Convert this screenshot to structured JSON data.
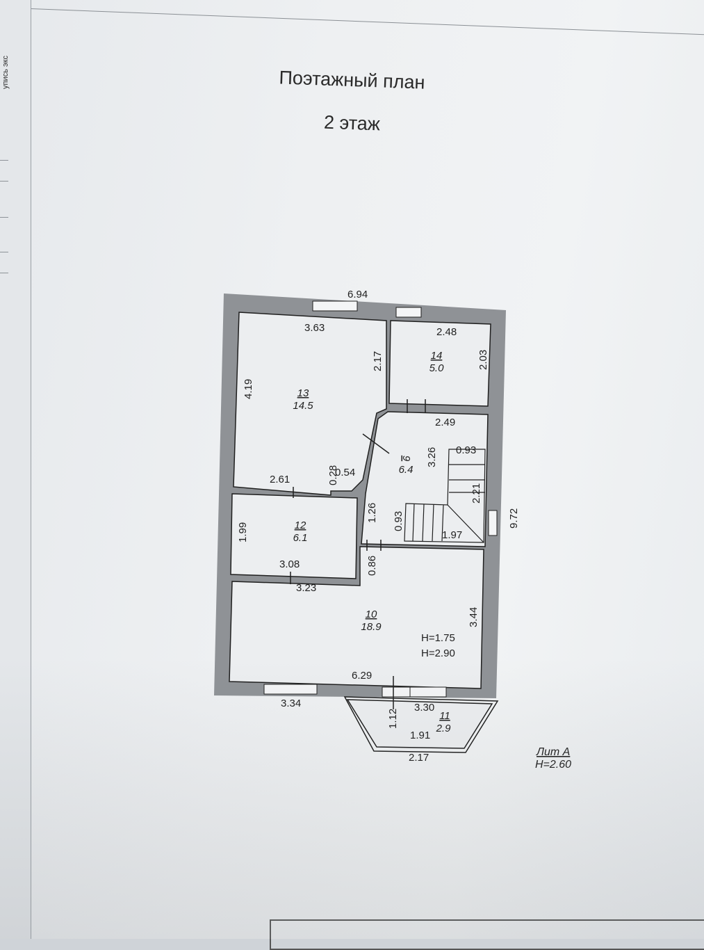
{
  "header": {
    "title_line1": "Поэтажный план",
    "title_line2": "2 этаж"
  },
  "binding_text": "упись экс",
  "plan": {
    "overall": {
      "top_width": "6.94",
      "right_length": "9.72"
    },
    "rooms": [
      {
        "id": "13",
        "area": "14.5"
      },
      {
        "id": "14",
        "area": "5.0"
      },
      {
        "id": "9",
        "area": "6.4"
      },
      {
        "id": "12",
        "area": "6.1"
      },
      {
        "id": "10",
        "area": "18.9"
      },
      {
        "id": "11",
        "area": "2.9"
      }
    ],
    "dimensions": [
      "3.63",
      "2.17",
      "4.19",
      "2.48",
      "2.03",
      "2.49",
      "3.26",
      "0.93",
      "0.28",
      "0.54",
      "2.61",
      "2.21",
      "1.26",
      "0.93",
      "1.97",
      "1.99",
      "3.08",
      "0.86",
      "3.23",
      "3.44",
      "6.29",
      "3.34",
      "1.12",
      "3.30",
      "1.91",
      "2.17"
    ],
    "heights": [
      "H=1.75",
      "H=2.90"
    ]
  },
  "stamp": {
    "liter": "Лит  А",
    "height": "H=2.60"
  },
  "colors": {
    "wall": "#8f9296",
    "line": "#1f1f1f",
    "paper": "#eceef0"
  }
}
